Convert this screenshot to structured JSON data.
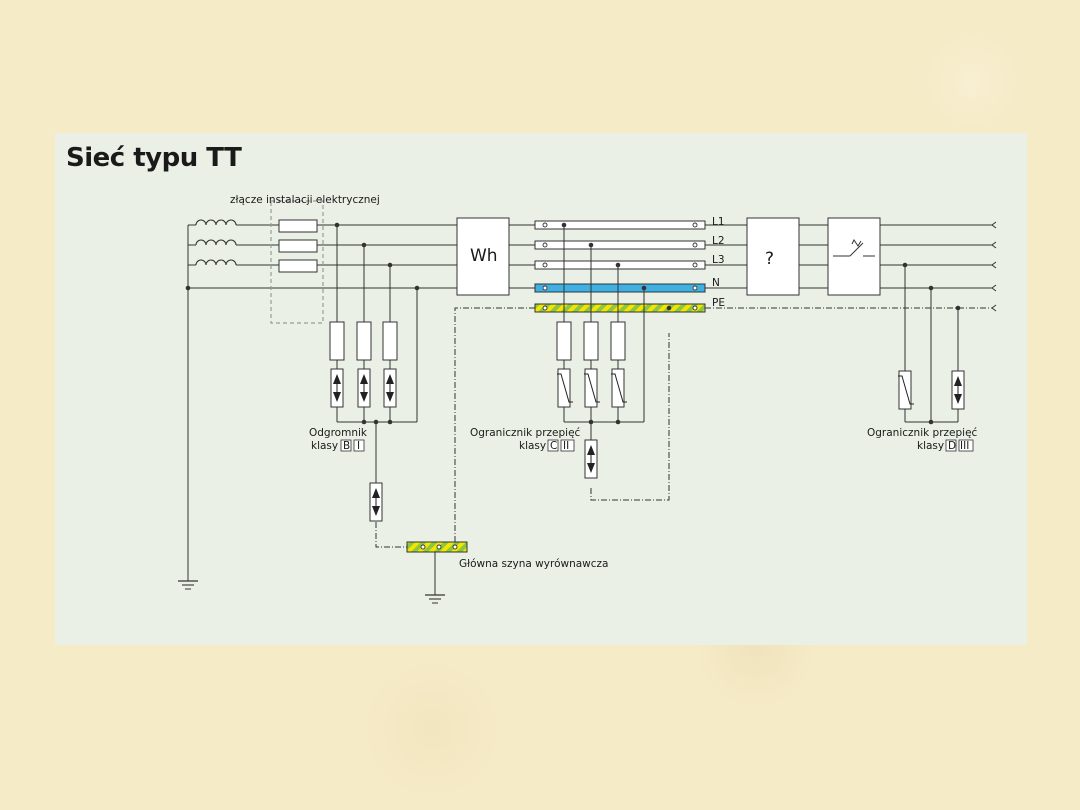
{
  "title": "Sieć typu TT",
  "labels": {
    "junction": "złącze instalacji elektrycznej",
    "L1": "L1",
    "L2": "L2",
    "L3": "L3",
    "N": "N",
    "PE": "PE",
    "meter": "Wh",
    "rcd": "?",
    "arrester_b": "Odgromnik",
    "limiter_c": "Ogranicznik przepięć",
    "limiter_d": "Ogranicznik przepięć",
    "class_word": "klasy",
    "class_b": "B",
    "class_b_roman": "I",
    "class_c": "C",
    "class_c_roman": "II",
    "class_d": "D",
    "class_d_roman": "III",
    "main_bus": "Główna szyna wyrównawcza"
  },
  "colors": {
    "panel": "#eaf0e6",
    "background": "#f6ebc7",
    "neutral_bar": "#3fb0e3",
    "pe_green": "#8ec63f",
    "pe_yellow": "#f2e600",
    "line": "#333333"
  }
}
